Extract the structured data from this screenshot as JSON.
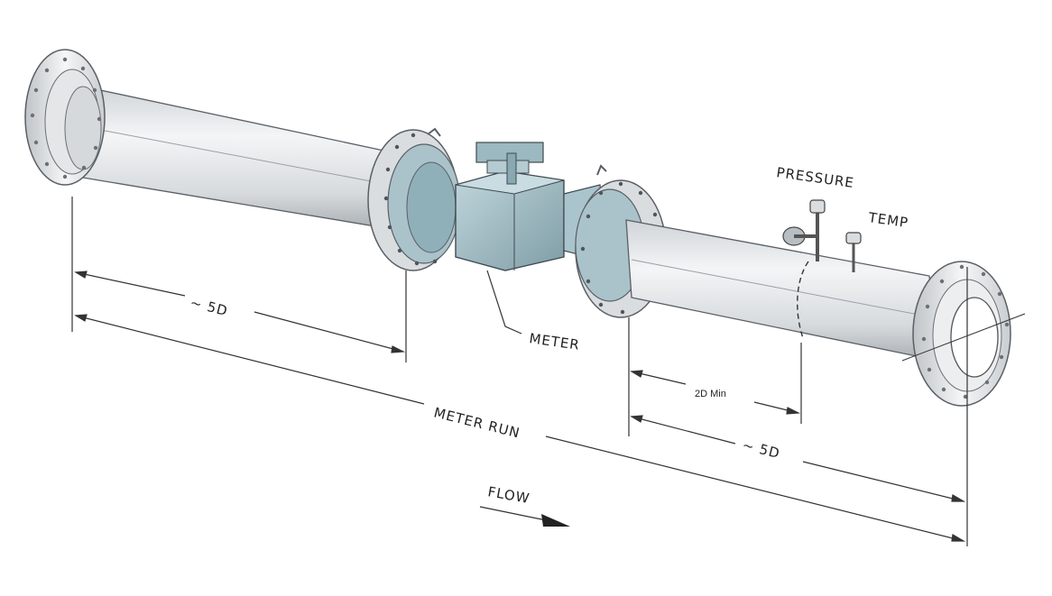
{
  "labels": {
    "pressure": "PRESSURE",
    "temp": "TEMP",
    "meter": "METER",
    "upstream_length": "~ 5D",
    "meter_run": "METER RUN",
    "downstream_min": "2D Min",
    "downstream_length": "~ 5D",
    "flow": "FLOW"
  },
  "colors": {
    "pipe": "#e6e9ec",
    "pipe_shade": "#c7ccd1",
    "flange": "#f1f2f3",
    "meter_body": "#a9c4cc",
    "meter_shade": "#86a5ae",
    "outline": "#4a4f55",
    "dimension_line": "#333333"
  }
}
